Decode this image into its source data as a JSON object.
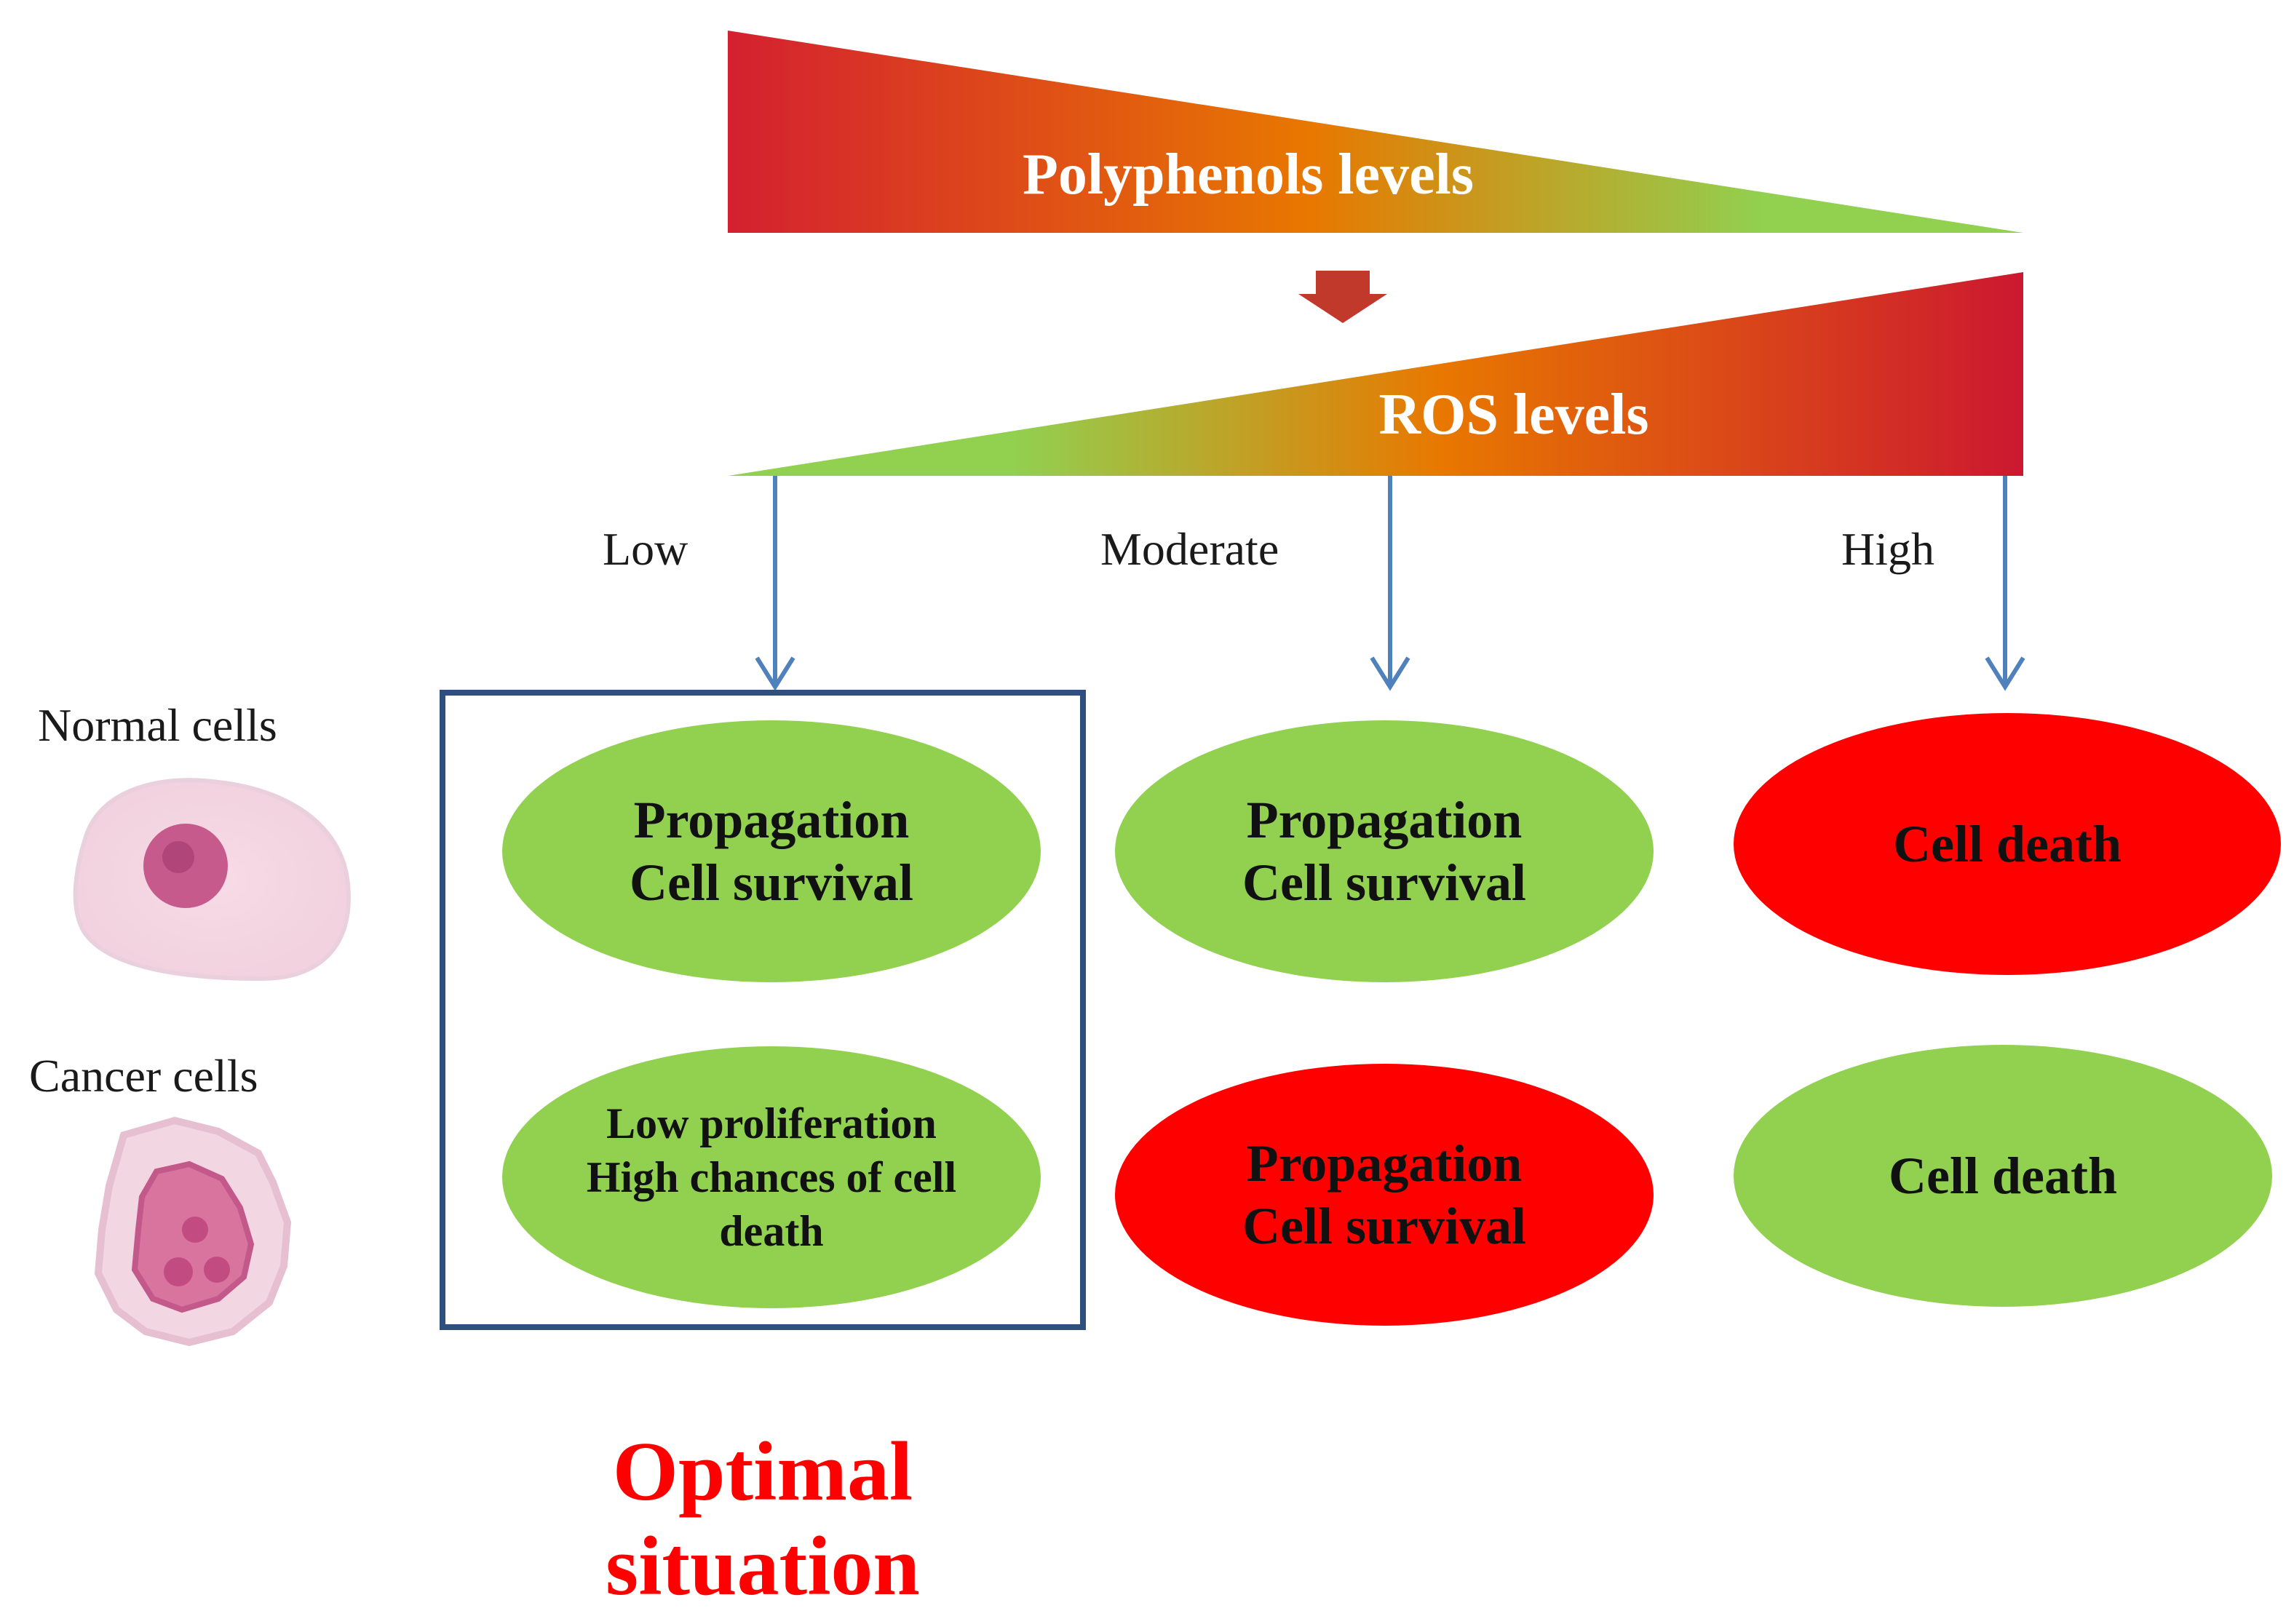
{
  "polyphenols_triangle": {
    "label": "Polyphenols levels"
  },
  "ros_triangle": {
    "label": "ROS levels"
  },
  "columns": [
    {
      "label": "Low"
    },
    {
      "label": "Moderate"
    },
    {
      "label": "High"
    }
  ],
  "rows": [
    {
      "label": "Normal cells"
    },
    {
      "label": "Cancer cells"
    }
  ],
  "outcomes": {
    "normal_low": {
      "line1": "Propagation",
      "line2": "Cell survival",
      "color": "#92d050"
    },
    "normal_moderate": {
      "line1": "Propagation",
      "line2": "Cell survival",
      "color": "#92d050"
    },
    "normal_high": {
      "line1": "Cell death",
      "color": "#ff0000"
    },
    "cancer_low": {
      "line1": "Low proliferation",
      "line2": "High chances of cell",
      "line3": "death",
      "color": "#92d050"
    },
    "cancer_moderate": {
      "line1": "Propagation",
      "line2": "Cell survival",
      "color": "#ff0000"
    },
    "cancer_high": {
      "line1": "Cell death",
      "color": "#92d050"
    }
  },
  "highlight": {
    "line1": "Optimal",
    "line2": "situation",
    "color": "#ff0000"
  },
  "colors": {
    "green": "#92d050",
    "red": "#ff0000",
    "arrow_blue": "#4f81bd",
    "box_border": "#2f4f7f",
    "down_arrow": "#c0392b"
  }
}
